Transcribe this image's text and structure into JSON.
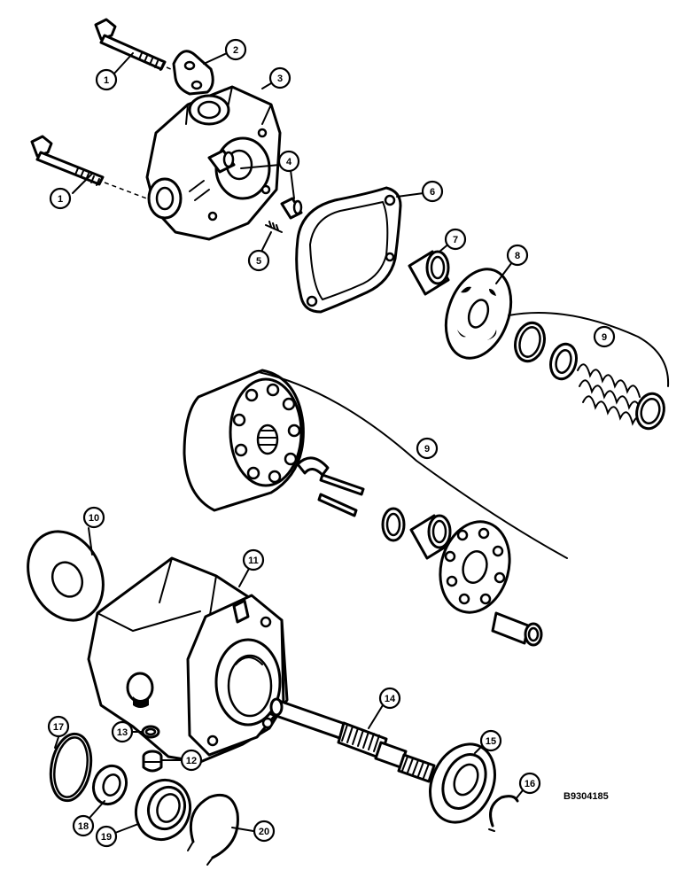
{
  "figure": {
    "reference_code": "B9304185",
    "callouts": [
      {
        "id": "c1a",
        "number": "1"
      },
      {
        "id": "c1b",
        "number": "1"
      },
      {
        "id": "c2",
        "number": "2"
      },
      {
        "id": "c3",
        "number": "3"
      },
      {
        "id": "c4",
        "number": "4"
      },
      {
        "id": "c5",
        "number": "5"
      },
      {
        "id": "c6",
        "number": "6"
      },
      {
        "id": "c7",
        "number": "7"
      },
      {
        "id": "c8",
        "number": "8"
      },
      {
        "id": "c9a",
        "number": "9"
      },
      {
        "id": "c9b",
        "number": "9"
      },
      {
        "id": "c10",
        "number": "10"
      },
      {
        "id": "c11",
        "number": "11"
      },
      {
        "id": "c12",
        "number": "12"
      },
      {
        "id": "c13",
        "number": "13"
      },
      {
        "id": "c14",
        "number": "14"
      },
      {
        "id": "c15",
        "number": "15"
      },
      {
        "id": "c16",
        "number": "16"
      },
      {
        "id": "c17",
        "number": "17"
      },
      {
        "id": "c18",
        "number": "18"
      },
      {
        "id": "c19",
        "number": "19"
      },
      {
        "id": "c20",
        "number": "20"
      }
    ]
  }
}
